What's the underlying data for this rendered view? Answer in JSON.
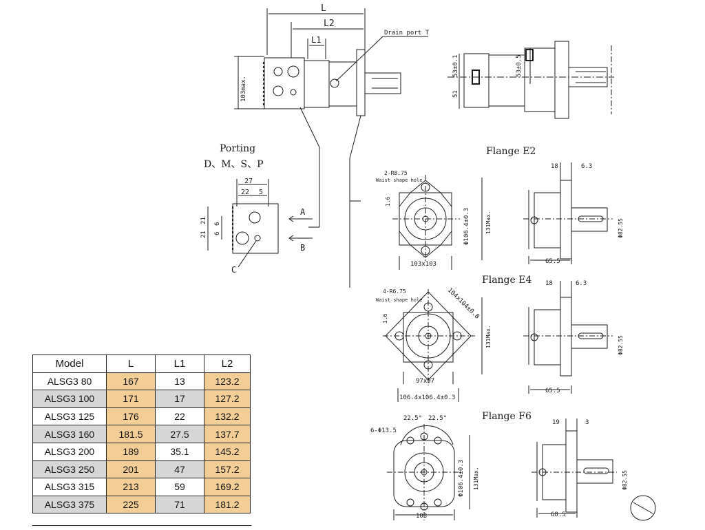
{
  "labels": {
    "dim_L": "L",
    "dim_L2": "L2",
    "dim_L1": "L1",
    "drain_port": "Drain port T",
    "dim_103max": "103max.",
    "dim_53a": "53±0.1",
    "dim_53b": "53±0.5",
    "dim_51": "51",
    "porting_title": "Porting",
    "porting_types": "D、M、S、P",
    "port_27": "27",
    "port_22": "22",
    "port_5": "5",
    "port_21a": "21",
    "port_21b": "21",
    "port_6a": "6",
    "port_6b": "6",
    "port_A": "A",
    "port_B": "B",
    "port_C": "C",
    "flange_e2": "Flange  E2",
    "flange_e4": "Flange  E4",
    "flange_f6": "Flange  F6",
    "e2_2r": "2-R8.75",
    "e2_waist": "Waist shape hole",
    "e2_16": "1.6",
    "e2_bore": "Φ106.4±0.3",
    "e2_131": "131Max.",
    "e2_103": "103x103",
    "e2_18": "18",
    "e2_63": "6.3",
    "e2_shaft": "Φ82.55",
    "e2_655": "65.5",
    "e4_4r": "4-R6.75",
    "e4_waist": "Waist shape hole",
    "e4_16": "1.6",
    "e4_104": "104x104±0.8",
    "e4_131": "131Max.",
    "e4_97": "97x97",
    "e4_1064": "106.4x106.4±0.3",
    "e4_18": "18",
    "e4_63": "6.3",
    "e4_shaft": "Φ82.55",
    "e4_655": "65.5",
    "f6_holes": "6-Φ13.5",
    "f6_ang1": "22.5°",
    "f6_ang2": "22.5°",
    "f6_bore": "Φ106.4±0.3",
    "f6_131": "131Max.",
    "f6_103": "103",
    "f6_19": "19",
    "f6_3": "3",
    "f6_shaft": "Φ82.55",
    "f6_685": "68.5"
  },
  "table": {
    "headers": [
      "Model",
      "L",
      "L1",
      "L2"
    ],
    "rows": [
      {
        "model": "ALSG3 80",
        "L": "167",
        "L1": "13",
        "L2": "123.2"
      },
      {
        "model": "ALSG3 100",
        "L": "171",
        "L1": "17",
        "L2": "127.2"
      },
      {
        "model": "ALSG3 125",
        "L": "176",
        "L1": "22",
        "L2": "132.2"
      },
      {
        "model": "ALSG3 160",
        "L": "181.5",
        "L1": "27.5",
        "L2": "137.7"
      },
      {
        "model": "ALSG3 200",
        "L": "189",
        "L1": "35.1",
        "L2": "145.2"
      },
      {
        "model": "ALSG3 250",
        "L": "201",
        "L1": "47",
        "L2": "157.2"
      },
      {
        "model": "ALSG3 315",
        "L": "213",
        "L1": "59",
        "L2": "169.2"
      },
      {
        "model": "ALSG3 375",
        "L": "225",
        "L1": "71",
        "L2": "181.2"
      }
    ]
  },
  "colors": {
    "highlight": "#f3cf97",
    "alt_row": "#d6d6d6",
    "ink": "#1a1a1a"
  }
}
